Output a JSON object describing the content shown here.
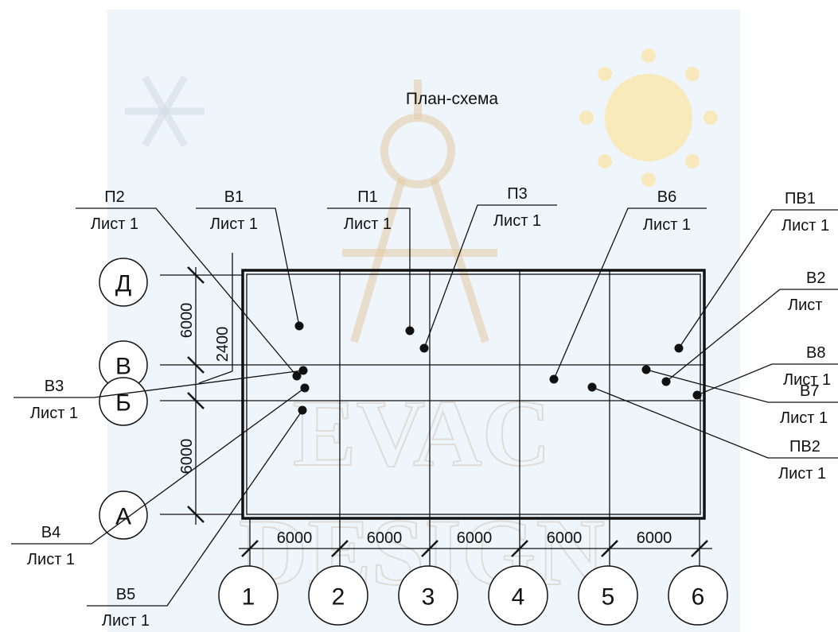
{
  "title": "План-схема",
  "building": {
    "axes_numeric": [
      "1",
      "2",
      "3",
      "4",
      "5",
      "6"
    ],
    "axes_letter": [
      "Д",
      "В",
      "Б",
      "А"
    ],
    "spans_horizontal": [
      "6000",
      "6000",
      "6000",
      "6000",
      "6000"
    ],
    "spans_vertical": [
      "6000",
      "2400",
      "6000"
    ]
  },
  "callouts": [
    {
      "id": "P2",
      "tag": "П2",
      "sheet": "Лист 1"
    },
    {
      "id": "B1",
      "tag": "В1",
      "sheet": "Лист 1"
    },
    {
      "id": "P1",
      "tag": "П1",
      "sheet": "Лист 1"
    },
    {
      "id": "P3",
      "tag": "П3",
      "sheet": "Лист 1"
    },
    {
      "id": "B6",
      "tag": "В6",
      "sheet": "Лист 1"
    },
    {
      "id": "PB1",
      "tag": "ПВ1",
      "sheet": "Лист 1"
    },
    {
      "id": "B2",
      "tag": "В2",
      "sheet": "Лист"
    },
    {
      "id": "B8",
      "tag": "В8",
      "sheet": "Лист 1"
    },
    {
      "id": "B7",
      "tag": "В7",
      "sheet": "Лист 1"
    },
    {
      "id": "PB2",
      "tag": "ПВ2",
      "sheet": "Лист 1"
    },
    {
      "id": "B3",
      "tag": "В3",
      "sheet": "Лист 1"
    },
    {
      "id": "B4",
      "tag": "В4",
      "sheet": "Лист 1"
    },
    {
      "id": "B5",
      "tag": "В5",
      "sheet": "Лист 1"
    }
  ],
  "watermark": {
    "line1": "EVAC",
    "line2": "DESIGN"
  },
  "colors": {
    "line": "#111111",
    "panel": "#eef5fb",
    "sun": "#fbe6a6",
    "watermark": "#e4c9a2"
  }
}
